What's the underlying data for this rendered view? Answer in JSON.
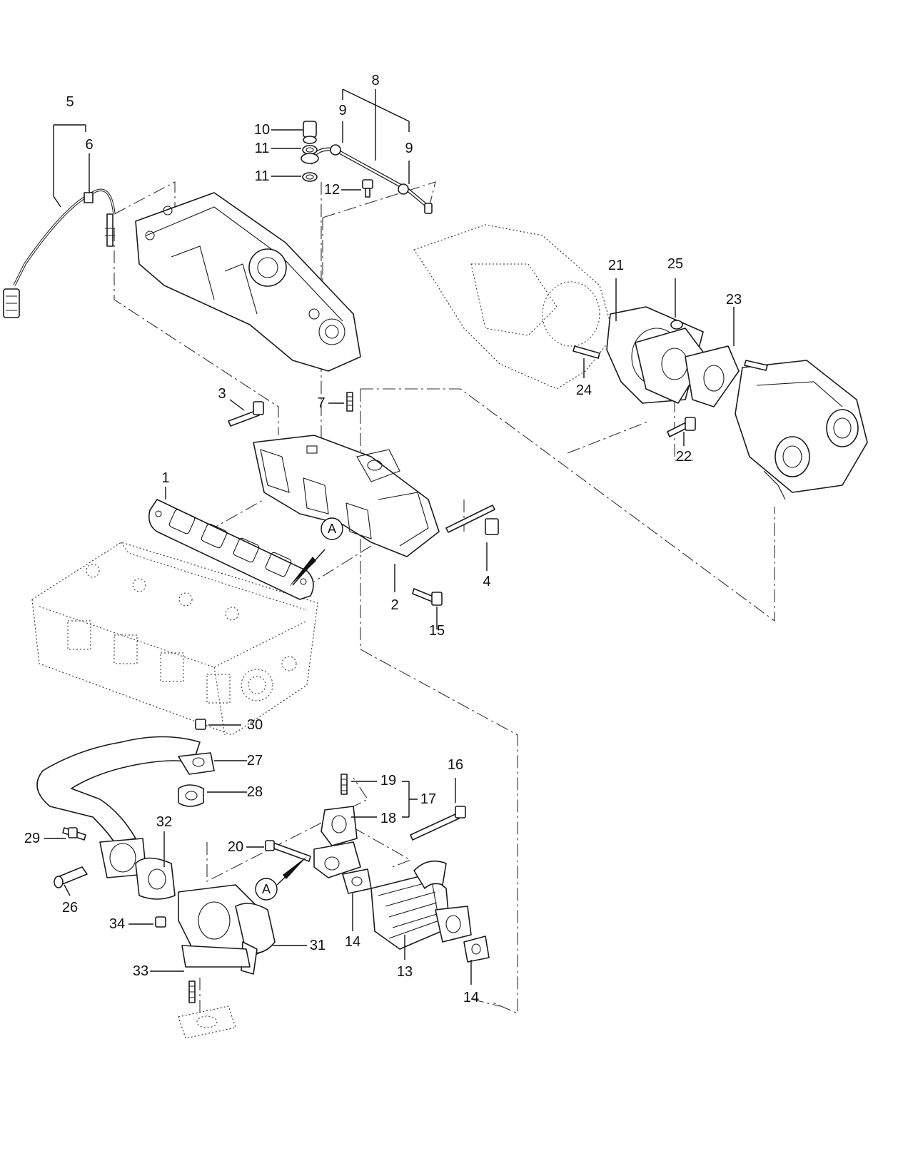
{
  "callouts": {
    "c1": "1",
    "c2": "2",
    "c3": "3",
    "c4": "4",
    "c5": "5",
    "c6": "6",
    "c7": "7",
    "c8": "8",
    "c9a": "9",
    "c9b": "9",
    "c10": "10",
    "c11a": "11",
    "c11b": "11",
    "c12": "12",
    "c13": "13",
    "c14a": "14",
    "c14b": "14",
    "c15": "15",
    "c16": "16",
    "c17": "17",
    "c18": "18",
    "c19": "19",
    "c20": "20",
    "c21": "21",
    "c22": "22",
    "c23": "23",
    "c24": "24",
    "c25": "25",
    "c26": "26",
    "c27": "27",
    "c28": "28",
    "c29": "29",
    "c30": "30",
    "c31": "31",
    "c32": "32",
    "c33": "33",
    "c34": "34"
  },
  "references": {
    "upper": "A",
    "lower": "A"
  }
}
